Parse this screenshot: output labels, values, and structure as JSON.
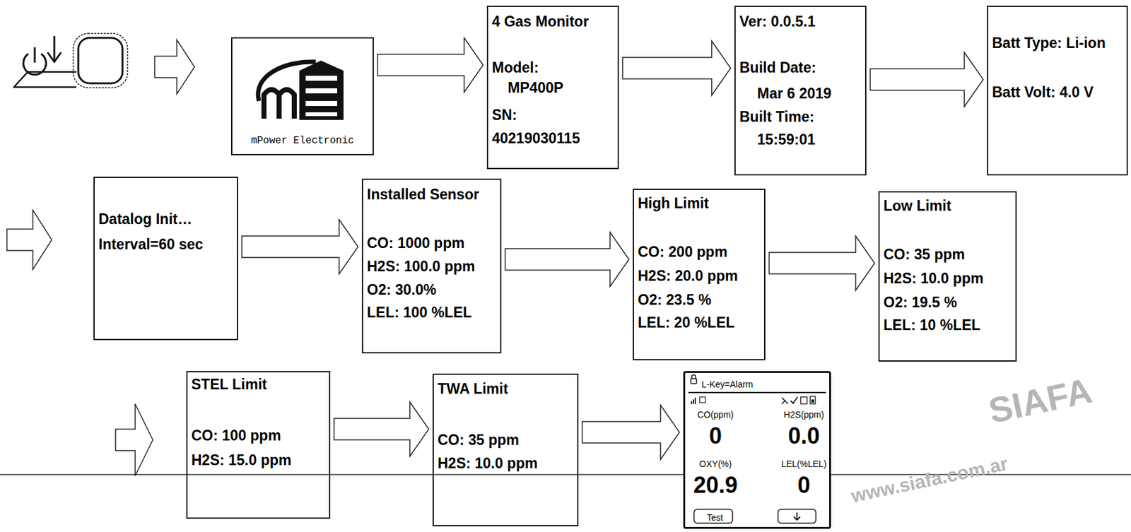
{
  "diagram": {
    "nodes": [
      {
        "text": [
          "mPower Electronic"
        ]
      },
      {
        "text": [
          "4 Gas Monitor",
          "Model:",
          "MP400P",
          "SN:",
          "40219030115"
        ]
      },
      {
        "text": [
          "Ver: 0.0.5.1",
          "Build Date:",
          "Mar 6 2019",
          "Built Time:",
          "15:59:01"
        ]
      },
      {
        "text": [
          "Batt Type: Li-ion",
          "Batt Volt: 4.0 V"
        ]
      },
      {
        "text": [
          "Datalog Init…",
          "Interval=60 sec"
        ]
      },
      {
        "text": [
          "Installed Sensor",
          "CO: 1000 ppm",
          "H2S: 100.0 ppm",
          "O2: 30.0%",
          "LEL: 100 %LEL"
        ]
      },
      {
        "text": [
          "High Limit",
          "CO: 200 ppm",
          "H2S: 20.0 ppm",
          "O2: 23.5 %",
          "LEL: 20 %LEL"
        ]
      },
      {
        "text": [
          "Low Limit",
          "CO: 35 ppm",
          "H2S: 10.0 ppm",
          "O2: 19.5 %",
          "LEL: 10 %LEL"
        ]
      },
      {
        "text": [
          "STEL Limit",
          "CO: 100 ppm",
          "H2S: 15.0 ppm"
        ]
      },
      {
        "text": [
          "TWA Limit",
          "CO: 35 ppm",
          "H2S: 10.0 ppm"
        ]
      },
      {
        "text": [
          "L-Key=Alarm",
          "CO(ppm)",
          "H2S(ppm)",
          "0",
          "0.0",
          "OXY(%)",
          "LEL(%LEL)",
          "20.9",
          "0",
          "Test"
        ]
      }
    ],
    "edges": [
      {
        "from": 0,
        "to": 1,
        "arrow": "to"
      },
      {
        "from": 1,
        "to": 2,
        "arrow": "to"
      },
      {
        "from": 2,
        "to": 3,
        "arrow": "to"
      },
      {
        "from": 4,
        "to": 5,
        "arrow": "to"
      },
      {
        "from": 5,
        "to": 6,
        "arrow": "to"
      },
      {
        "from": 6,
        "to": 7,
        "arrow": "to"
      },
      {
        "from": 8,
        "to": 9,
        "arrow": "to"
      },
      {
        "from": 9,
        "to": 10,
        "arrow": "to"
      }
    ],
    "labels": [
      "www.siafa.com.ar",
      "SIAFA"
    ]
  }
}
